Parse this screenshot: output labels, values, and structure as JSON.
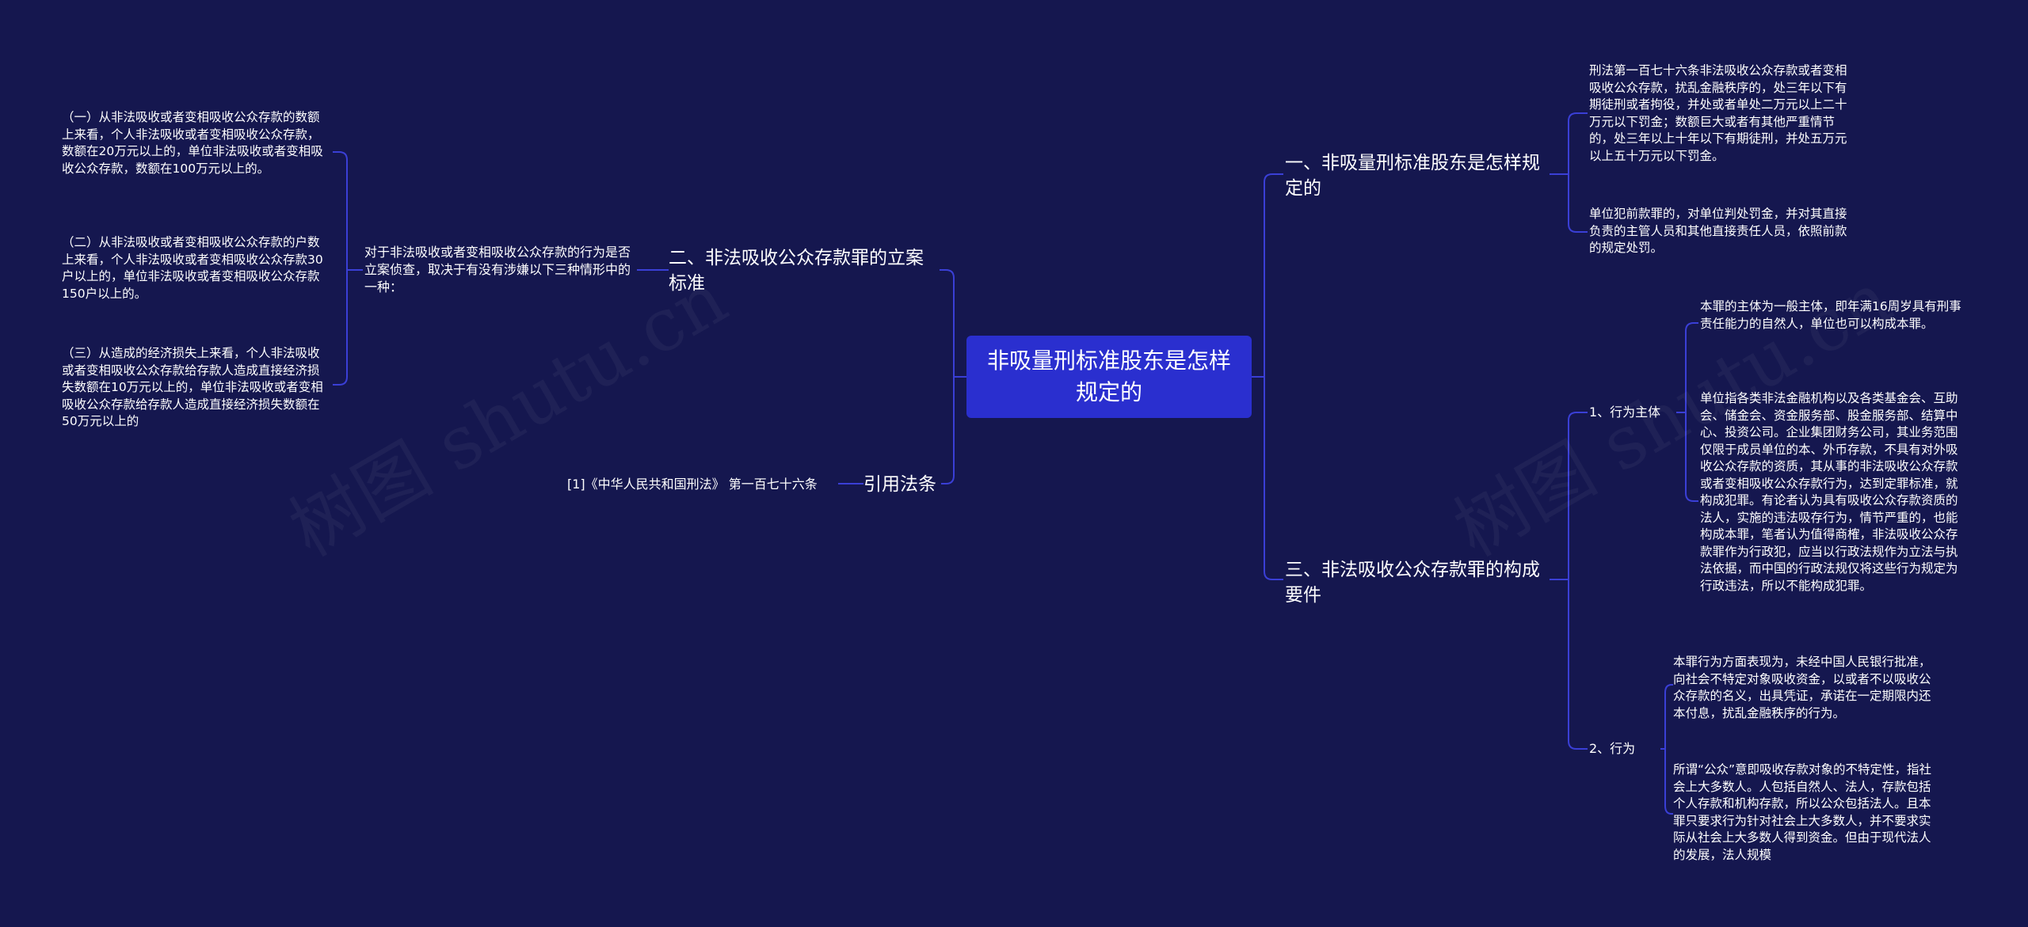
{
  "watermark": "树图 shutu.cn",
  "colors": {
    "background": "#15174f",
    "root": "#2a2fcf",
    "line": "#3a3fd6"
  },
  "root": "非吸量刑标准股东是怎样规定的",
  "branches": {
    "b1": {
      "title": "一、非吸量刑标准股东是怎样规定的",
      "leaf1": "刑法第一百七十六条非法吸收公众存款或者变相吸收公众存款，扰乱金融秩序的，处三年以下有期徒刑或者拘役，并处或者单处二万元以上二十万元以下罚金；数额巨大或者有其他严重情节的，处三年以上十年以下有期徒刑，并处五万元以上五十万元以下罚金。",
      "leaf2": "单位犯前款罪的，对单位判处罚金，并对其直接负责的主管人员和其他直接责任人员，依照前款的规定处罚。"
    },
    "b2": {
      "title": "二、非法吸收公众存款罪的立案标准",
      "mid": "对于非法吸收或者变相吸收公众存款的行为是否立案侦查，取决于有没有涉嫌以下三种情形中的一种：",
      "leaf1": "（一）从非法吸收或者变相吸收公众存款的数额上来看，个人非法吸收或者变相吸收公众存款，数额在20万元以上的，单位非法吸收或者变相吸收公众存款，数额在100万元以上的。",
      "leaf2": "（二）从非法吸收或者变相吸收公众存款的户数上来看，个人非法吸收或者变相吸收公众存款30户以上的，单位非法吸收或者变相吸收公众存款150户以上的。",
      "leaf3": "（三）从造成的经济损失上来看，个人非法吸收或者变相吸收公众存款给存款人造成直接经济损失数额在10万元以上的，单位非法吸收或者变相吸收公众存款给存款人造成直接经济损失数额在50万元以上的"
    },
    "b3": {
      "title": "三、非法吸收公众存款罪的构成要件",
      "sub1": "1、行为主体",
      "sub1_leaf1": "本罪的主体为一般主体，即年满16周岁具有刑事责任能力的自然人，单位也可以构成本罪。",
      "sub1_leaf2": "单位指各类非法金融机构以及各类基金会、互助会、储金会、资金服务部、股金服务部、结算中心、投资公司。企业集团财务公司，其业务范围仅限于成员单位的本、外币存款，不具有对外吸收公众存款的资质，其从事的非法吸收公众存款或者变相吸收公众存款行为，达到定罪标准，就构成犯罪。有论者认为具有吸收公众存款资质的法人，实施的违法吸存行为，情节严重的，也能构成本罪，笔者认为值得商榷，非法吸收公众存款罪作为行政犯，应当以行政法规作为立法与执法依据，而中国的行政法规仅将这些行为规定为行政违法，所以不能构成犯罪。",
      "sub2": "2、行为",
      "sub2_leaf1": "本罪行为方面表现为，未经中国人民银行批准，向社会不特定对象吸收资金，以或者不以吸收公众存款的名义，出具凭证，承诺在一定期限内还本付息，扰乱金融秩序的行为。",
      "sub2_leaf2": "所谓“公众”意即吸收存款对象的不特定性，指社会上大多数人。人包括自然人、法人，存款包括个人存款和机构存款，所以公众包括法人。且本罪只要求行为针对社会上大多数人，并不要求实际从社会上大多数人得到资金。但由于现代法人的发展，法人规模"
    },
    "b4": {
      "title": "引用法条",
      "leaf1": "[1]《中华人民共和国刑法》 第一百七十六条"
    }
  }
}
